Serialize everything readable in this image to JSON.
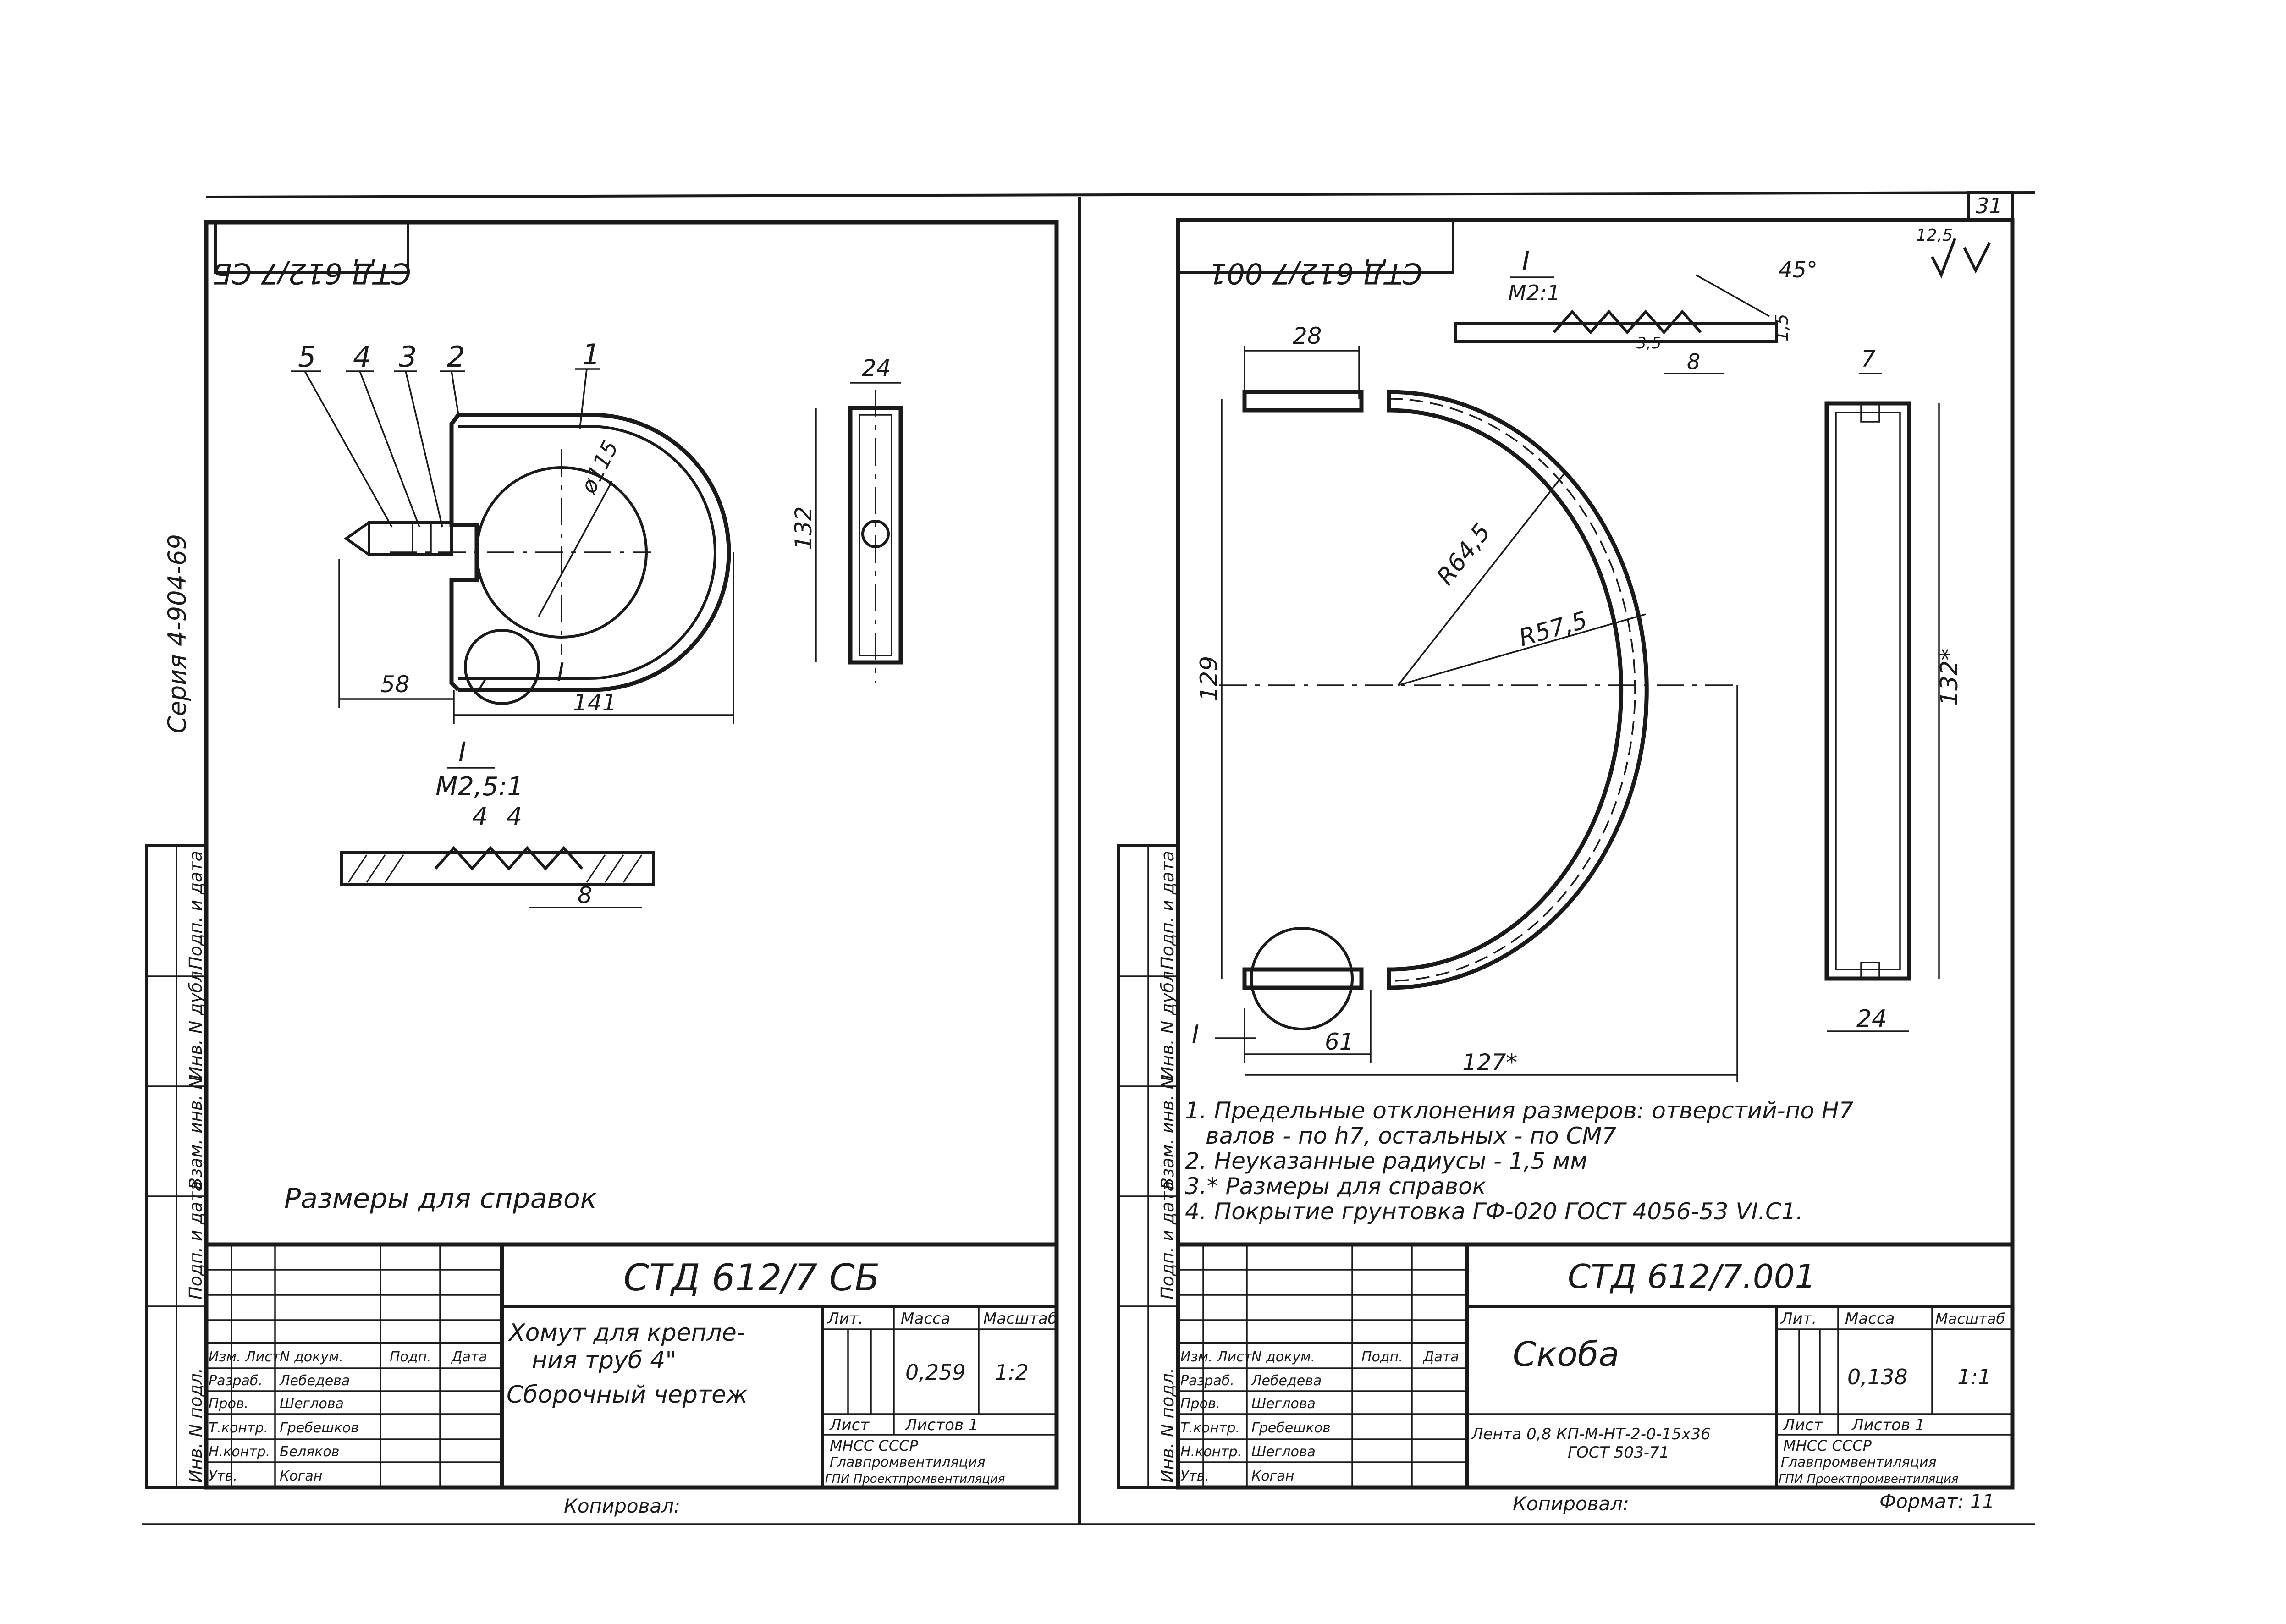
{
  "series_label": "Серия 4-904-69",
  "page_number": "31",
  "left_sheet": {
    "mirrored_code": "СТД 612/7 СБ",
    "callouts": [
      "5",
      "4",
      "3",
      "2",
      "1"
    ],
    "dims": {
      "diameter": "ø115",
      "width": "24",
      "height": "132",
      "offset": "58",
      "gap": "7",
      "overall": "141",
      "detail": "I",
      "detail_scale": "М2,5:1",
      "d1": "4",
      "d2": "4",
      "d3": "8"
    },
    "note": "Размеры для справок",
    "code": "СТД 612/7 СБ",
    "title_line1": "Хомут для крепле-",
    "title_line2": "ния труб 4\"",
    "title_line3": "Сборочный чертеж",
    "lit_header": "Лит.",
    "mass_header": "Масса",
    "scale_header": "Масштаб",
    "mass": "0,259",
    "scale": "1:2",
    "sheet_label": "Лист",
    "sheets_label": "Листов 1",
    "org_line1": "МНСС СССР",
    "org_line2": "Главпромвентиляция",
    "org_line3": "ГПИ Проектпромвентиляция",
    "sign_rows": [
      "Изм. Лист",
      "Разраб.",
      "Пров.",
      "Т.контр.",
      "Н.контр.",
      "Утв."
    ],
    "sign_names": [
      "N докум.",
      "Лебедева",
      "Шеглова",
      "Гребешков",
      "Беляков",
      "Коган"
    ],
    "sign_headers": [
      "Подп.",
      "Дата"
    ],
    "copied": "Копировал:"
  },
  "right_sheet": {
    "mirrored_code": "СТД 612/7 001",
    "roughness": "12,5",
    "detail": "I",
    "detail_scale": "М2:1",
    "dims": {
      "angle": "45°",
      "d15": "1,5",
      "d8": "8",
      "d35": "3,5",
      "top_w": "28",
      "w7": "7",
      "r645": "R64,5",
      "r575": "R57,5",
      "h129": "129",
      "h132": "132*",
      "w24": "24",
      "w61": "61",
      "w127": "127*"
    },
    "notes": [
      "1. Предельные отклонения размеров: отверстий-по H7",
      "валов - по h7, остальных - по СМ7",
      "2. Неуказанные радиусы - 1,5 мм",
      "3.* Размеры для справок",
      "4. Покрытие грунтовка ГФ-020 ГОСТ 4056-53 VI.C1."
    ],
    "code": "СТД 612/7.001",
    "title": "Скоба",
    "material_line1": "Лента 0,8 КП-М-НТ-2-0-15х36",
    "material_line2": "ГОСТ 503-71",
    "lit_header": "Лит.",
    "mass_header": "Масса",
    "scale_header": "Масштаб",
    "mass": "0,138",
    "scale": "1:1",
    "sheet_label": "Лист",
    "sheets_label": "Листов 1",
    "org_line1": "МНСС СССР",
    "org_line2": "Главпромвентиляция",
    "org_line3": "ГПИ Проектпромвентиляция",
    "sign_rows": [
      "Изм. Лист",
      "Разраб.",
      "Пров.",
      "Т.контр.",
      "Н.контр.",
      "Утв."
    ],
    "sign_names": [
      "N докум.",
      "Лебедева",
      "Шеглова",
      "Гребешков",
      "Шеглова",
      "Коган"
    ],
    "sign_headers": [
      "Подп.",
      "Дата"
    ],
    "copied": "Копировал:",
    "format": "Формат: 11"
  },
  "side_stamp": [
    "Инв. N подл.",
    "Подп. и дата",
    "Взам. инв. N",
    "Инв. N дубл.",
    "Подп. и дата"
  ]
}
